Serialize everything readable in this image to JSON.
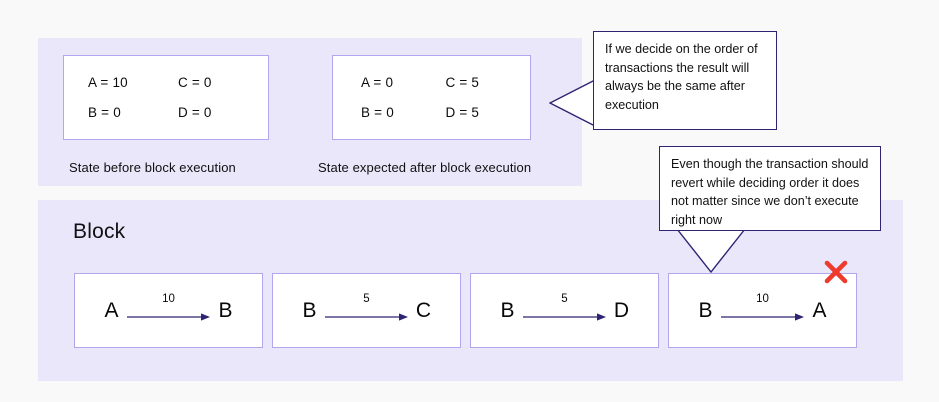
{
  "page": {
    "background_color": "#f9f9f9",
    "panel_color": "#eae7fb",
    "panel_border_color": "#b1a7ee",
    "callout_border_color": "#2d2472",
    "arrow_color": "#2d2472",
    "error_color": "#ee3b2e"
  },
  "state_panel": {
    "before": {
      "caption": "State before block execution",
      "entries": [
        {
          "label": "A = 10"
        },
        {
          "label": "C = 0"
        },
        {
          "label": "B = 0"
        },
        {
          "label": "D = 0"
        }
      ]
    },
    "after": {
      "caption": "State expected after block execution",
      "entries": [
        {
          "label": "A = 0"
        },
        {
          "label": "C = 5"
        },
        {
          "label": "B = 0"
        },
        {
          "label": "D = 5"
        }
      ]
    }
  },
  "block_panel": {
    "title": "Block",
    "transactions": [
      {
        "from": "A",
        "amount": "10",
        "to": "B",
        "reverts": false
      },
      {
        "from": "B",
        "amount": "5",
        "to": "C",
        "reverts": false
      },
      {
        "from": "B",
        "amount": "5",
        "to": "D",
        "reverts": false
      },
      {
        "from": "B",
        "amount": "10",
        "to": "A",
        "reverts": true
      }
    ]
  },
  "callouts": {
    "order": {
      "text": "If we decide on the order of transactions the result will always be the same after execution"
    },
    "revert": {
      "text": "Even though the transaction should revert while deciding order it does not matter since we don’t execute right now"
    }
  }
}
